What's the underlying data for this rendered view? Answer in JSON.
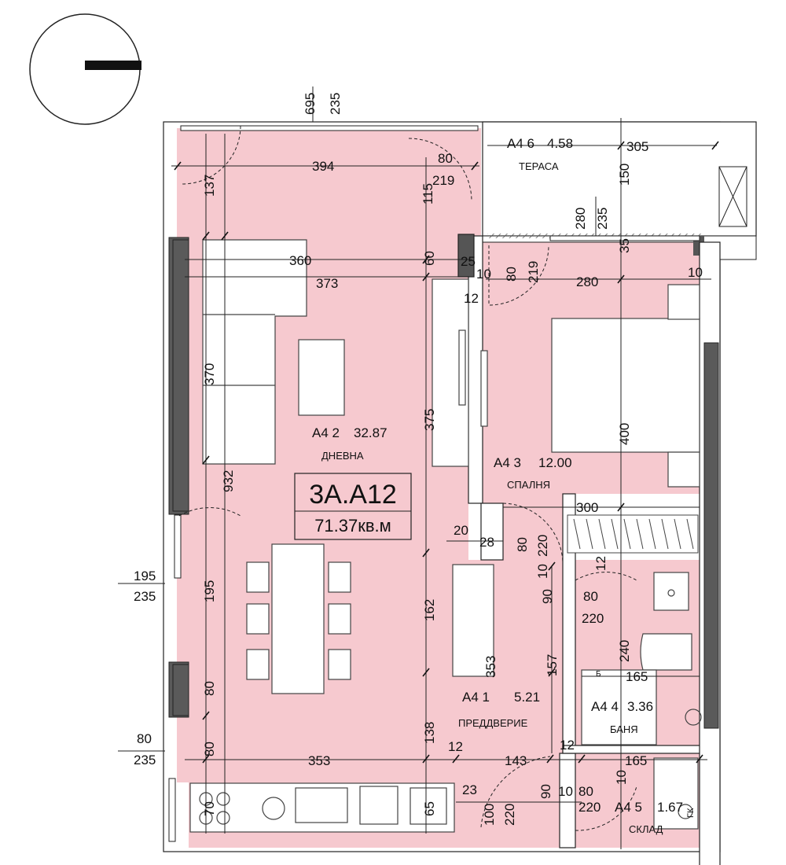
{
  "unit": {
    "code": "3A.A12",
    "area": "71.37кв.м"
  },
  "rooms": [
    {
      "id": "A4 2",
      "area": "32.87",
      "name": "ДНЕВНА"
    },
    {
      "id": "A4 3",
      "area": "12.00",
      "name": "СПАЛНЯ"
    },
    {
      "id": "A4 1",
      "area": "5.21",
      "name": "ПРЕДДВЕРИЕ"
    },
    {
      "id": "A4 4",
      "area": "3.36",
      "name": "БАНЯ"
    },
    {
      "id": "A4 5",
      "area": "1.67",
      "name": "СКЛАД"
    },
    {
      "id": "A4 6",
      "area": "4.58",
      "name": "ТЕРАСА"
    }
  ],
  "compass": {
    "icon": "north-arrow-icon"
  },
  "symbols": {
    "bath_vent": "Б",
    "fixture": "ГК"
  },
  "dimensions": {
    "top_window_w": "695",
    "top_window_h": "235",
    "living_width": "394",
    "balcony_door_w": "80",
    "balcony_door_h": "219",
    "dim_137": "137",
    "dim_115": "115",
    "terrace_width": "305",
    "terrace_depth": "150",
    "bedroom_window_w": "280",
    "bedroom_window_h": "235",
    "dim_35": "35",
    "dim_360": "360",
    "dim_60": "60",
    "dim_25": "25",
    "dim_373": "373",
    "dim_10a": "10",
    "dim_12a": "12",
    "bed_door_w": "80",
    "bed_door_h": "219",
    "bedroom_width": "280",
    "dim_10b": "10",
    "dim_370": "370",
    "dim_375": "375",
    "dim_400": "400",
    "dim_932": "932",
    "dim_300": "300",
    "dim_20": "20",
    "dim_28": "28",
    "hall_door_w": "80",
    "hall_door_h": "220",
    "dim_10c": "10",
    "dim_12b": "12",
    "side_window_w": "195",
    "side_window_h": "235",
    "dim_195": "195",
    "dim_162": "162",
    "dim_90a": "90",
    "bath_door_w": "80",
    "bath_door_h": "220",
    "dim_240": "240",
    "dim_157": "157",
    "dim_353a": "353",
    "dim_165a": "165",
    "dim_80a": "80",
    "small_window_w": "80",
    "small_window_h": "235",
    "dim_80b": "80",
    "dim_138": "138",
    "dim_353b": "353",
    "dim_12c": "12",
    "dim_143": "143",
    "dim_12d": "12",
    "dim_165b": "165",
    "dim_70": "70",
    "dim_65": "65",
    "dim_23": "23",
    "entry_door_w": "100",
    "entry_door_h": "220",
    "dim_90b": "90",
    "dim_10d": "10",
    "store_door_w": "80",
    "store_door_h": "220",
    "dim_10e": "10"
  },
  "colors": {
    "room_fill": "#f6c9cf",
    "wall": "#ffffff",
    "window": "#5a5a5a",
    "line": "#222222"
  }
}
